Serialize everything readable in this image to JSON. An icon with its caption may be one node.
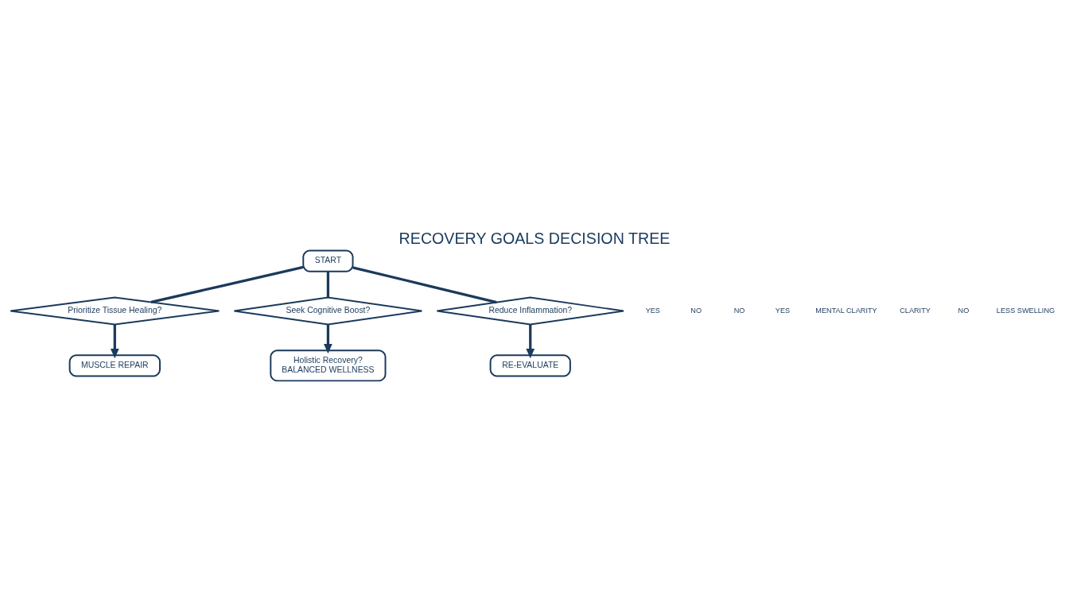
{
  "diagram": {
    "title": "RECOVERY GOALS DECISION TREE",
    "nodes": [
      {
        "text": [
          "START"
        ]
      },
      {
        "text": [
          "Prioritize Tissue Healing?"
        ]
      },
      {
        "text": [
          "Seek Cognitive Boost?"
        ]
      },
      {
        "text": [
          "Reduce Inflammation?"
        ]
      },
      {
        "text": [
          "MUSCLE REPAIR"
        ]
      },
      {
        "text": [
          "Holistic Recovery?",
          "BALANCED WELLNESS"
        ]
      },
      {
        "text": [
          "RE-EVALUATE"
        ]
      }
    ],
    "edges": [
      {
        "from": 0,
        "to": 1,
        "arrow": "none"
      },
      {
        "from": 0,
        "to": 2,
        "arrow": "none"
      },
      {
        "from": 0,
        "to": 3,
        "arrow": "none"
      },
      {
        "from": 1,
        "to": 4,
        "arrow": "to"
      },
      {
        "from": 2,
        "to": 5,
        "arrow": "to"
      },
      {
        "from": 3,
        "to": 6,
        "arrow": "to"
      }
    ],
    "labels": [
      "YES",
      "NO",
      "NO",
      "YES",
      "MENTAL CLARITY",
      "CLARITY",
      "NO",
      "LESS SWELLING"
    ]
  }
}
